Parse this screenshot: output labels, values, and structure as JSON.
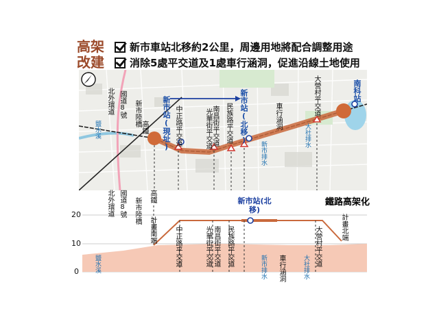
{
  "heading": {
    "line1": "高架",
    "line2": "改建"
  },
  "checklist": [
    "新市車站北移約2公里，周邊用地將配合調整用途",
    "消除5處平交道及1處車行涵洞，促進沿線土地使用"
  ],
  "map": {
    "labels": {
      "north_outer_ring": "北外環道",
      "national_hwy_8": "國道8號",
      "xinshi_overpass": "新市陸橋",
      "yanshui_creek": "鹽水溪",
      "hsr": "高鐵",
      "zhongzheng_crossing": "中正路平交道",
      "guanghua_crossing": "光華街平交道",
      "nanchang_crossing": "南昌街平交道",
      "minzu_crossing": "民族路平交道",
      "vehicle_culvert": "車行涵洞",
      "xinshi_drain": "新市排水",
      "dashe_drain": "大社排水",
      "dayingcun_crossing": "大營村平交道",
      "nanke_station": "南科站",
      "current_station": "新市站(現址)",
      "new_station": "新市站(北移)"
    }
  },
  "profile": {
    "title": "鐵路高架化",
    "station": "新市站(北移)",
    "y_ticks": [
      "20",
      "10",
      "0"
    ],
    "labels": {
      "north_outer_ring": "北外環道",
      "national_hwy_8": "國道8號",
      "xinshi_overpass": "新市陸橋",
      "yanshui_creek": "鹽水溪",
      "hsr": "高鐵",
      "south_end": "計畫南端",
      "zhongzheng_crossing": "中正路平交道",
      "guanghua_crossing": "光華街平交道",
      "nanchang_crossing": "南昌街平交道",
      "minzu_crossing": "民族路平交道",
      "xinshi_drain": "新市排水",
      "vehicle_culvert": "車行涵洞",
      "dashe_drain": "大社排水",
      "dayingcun_crossing": "大營村平交道",
      "north_end": "計畫北端"
    }
  },
  "colors": {
    "route": "#c9693c",
    "station_blue": "#1b3fa0",
    "heading": "#9b4a2a",
    "ground": "#f6c9b6"
  }
}
